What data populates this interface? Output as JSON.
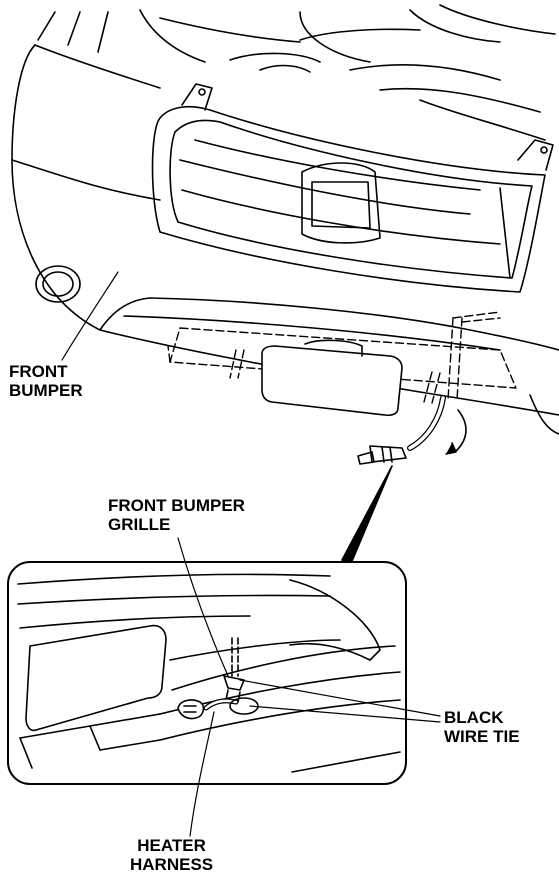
{
  "labels": {
    "front_bumper": [
      "FRONT",
      "BUMPER"
    ],
    "front_bumper_grille": [
      "FRONT BUMPER",
      "GRILLE"
    ],
    "black_wire_tie": [
      "BLACK",
      "WIRE TIE"
    ],
    "heater_harness": [
      "HEATER",
      "HARNESS"
    ]
  }
}
